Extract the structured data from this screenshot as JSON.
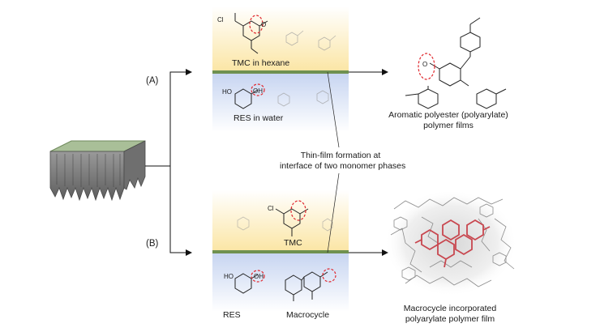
{
  "panel_a": {
    "letter": "(A)",
    "organic_phase": "TMC in hexane",
    "aqueous_phase": "RES in water",
    "product_line1": "Aromatic polyester (polyarylate)",
    "product_line2": "polymer films"
  },
  "interface_note": {
    "line1": "Thin-film formation at",
    "line2": "interface of two monomer phases"
  },
  "panel_b": {
    "letter": "(B)",
    "organic_monomer": "TMC",
    "aqueous_monomer_1": "RES",
    "aqueous_monomer_2": "Macrocycle",
    "product_line1": "Macrocycle incorporated",
    "product_line2": "polyarylate polymer film"
  },
  "atoms": {
    "chlorine": "Cl",
    "oxygen": "O",
    "hydroxyl": "OH",
    "hydroxyl_left": "HO"
  },
  "colors": {
    "organic_phase": "#fbe9b0",
    "aqueous_phase": "#d3ddf3",
    "interface_film": "#6f9150",
    "highlight_circle": "#e0282e",
    "macrocycle_red": "#c8474f"
  }
}
